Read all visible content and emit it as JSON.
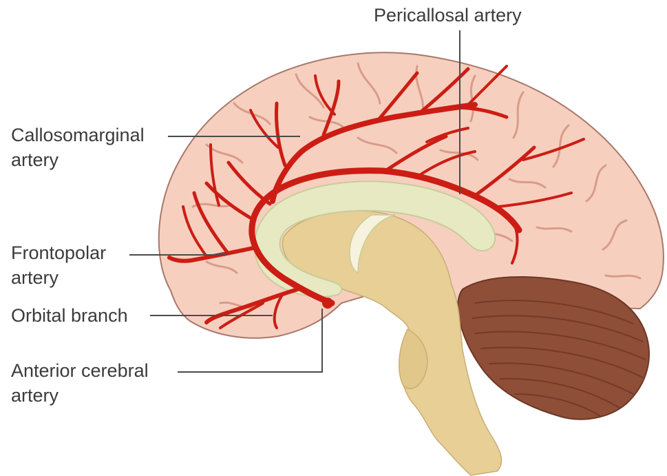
{
  "labels": {
    "pericallosal": {
      "line1": "Pericallosal artery"
    },
    "callosomarginal": {
      "line1": "Callosomarginal",
      "line2": "artery"
    },
    "frontopolar": {
      "line1": "Frontopolar",
      "line2": "artery"
    },
    "orbital": {
      "line1": "Orbital branch"
    },
    "anterior_cerebral": {
      "line1": "Anterior cerebral",
      "line2": "artery"
    }
  },
  "colors": {
    "cortex": "#f6cfbf",
    "cortex_outline": "#a8786a",
    "gyri_lines": "#d89c88",
    "corpus_callosum": "#e6e9c2",
    "brainstem": "#e7cf96",
    "cerebellum": "#8e4e38",
    "artery": "#cc1d14",
    "leader_line": "#4a4a4a"
  }
}
